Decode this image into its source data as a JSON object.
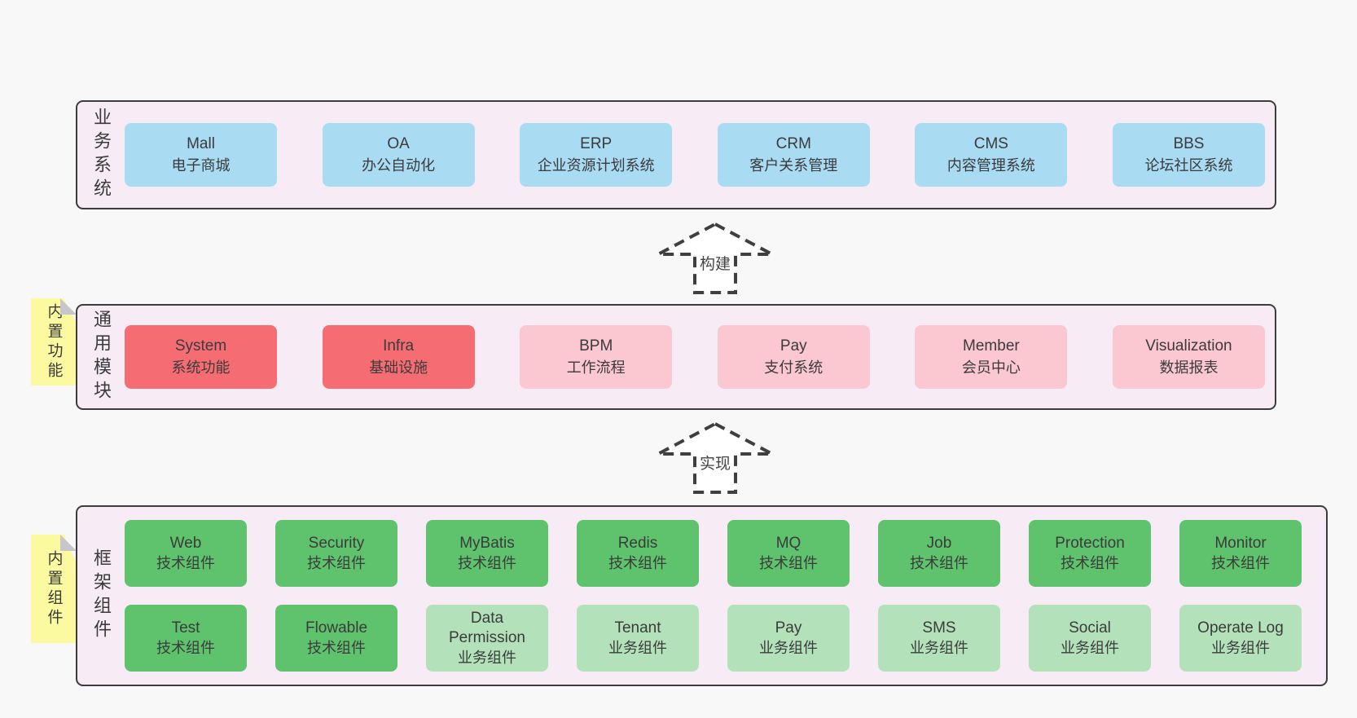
{
  "colors": {
    "page_bg": "#f8f8f8",
    "layer_bg": "#f7ecf5",
    "layer_border": "#3c3c3c",
    "box_blue": "#a9dbf3",
    "box_red": "#f56d72",
    "box_pink": "#fbc7d1",
    "box_green": "#5fc36e",
    "box_green_light": "#b3e2ba",
    "note_yellow": "#fbfaa1",
    "note_fold": "#c7c7cb",
    "text_dark": "#3b3b3b",
    "arrow_color": "#3f3f3f",
    "arrow_fill": "#ffffff"
  },
  "arrows": [
    {
      "label": "构建"
    },
    {
      "label": "实现"
    }
  ],
  "layers": {
    "business": {
      "label": "业务系统",
      "boxes": [
        {
          "title": "Mall",
          "subtitle": "电子商城"
        },
        {
          "title": "OA",
          "subtitle": "办公自动化"
        },
        {
          "title": "ERP",
          "subtitle": "企业资源计划系统"
        },
        {
          "title": "CRM",
          "subtitle": "客户关系管理"
        },
        {
          "title": "CMS",
          "subtitle": "内容管理系统"
        },
        {
          "title": "BBS",
          "subtitle": "论坛社区系统"
        }
      ]
    },
    "modules": {
      "label": "通用模块",
      "note": "内置功能",
      "boxes": [
        {
          "title": "System",
          "subtitle": "系统功能"
        },
        {
          "title": "Infra",
          "subtitle": "基础设施"
        },
        {
          "title": "BPM",
          "subtitle": "工作流程"
        },
        {
          "title": "Pay",
          "subtitle": "支付系统"
        },
        {
          "title": "Member",
          "subtitle": "会员中心"
        },
        {
          "title": "Visualization",
          "subtitle": "数据报表"
        }
      ]
    },
    "components": {
      "label": "框架组件",
      "note": "内置组件",
      "row1": [
        {
          "title": "Web",
          "subtitle": "技术组件"
        },
        {
          "title": "Security",
          "subtitle": "技术组件"
        },
        {
          "title": "MyBatis",
          "subtitle": "技术组件"
        },
        {
          "title": "Redis",
          "subtitle": "技术组件"
        },
        {
          "title": "MQ",
          "subtitle": "技术组件"
        },
        {
          "title": "Job",
          "subtitle": "技术组件"
        },
        {
          "title": "Protection",
          "subtitle": "技术组件"
        },
        {
          "title": "Monitor",
          "subtitle": "技术组件"
        }
      ],
      "row2": [
        {
          "title": "Test",
          "subtitle": "技术组件"
        },
        {
          "title": "Flowable",
          "subtitle": "技术组件"
        },
        {
          "title": "Data Permission",
          "subtitle": "业务组件"
        },
        {
          "title": "Tenant",
          "subtitle": "业务组件"
        },
        {
          "title": "Pay",
          "subtitle": "业务组件"
        },
        {
          "title": "SMS",
          "subtitle": "业务组件"
        },
        {
          "title": "Social",
          "subtitle": "业务组件"
        },
        {
          "title": "Operate Log",
          "subtitle": "业务组件"
        }
      ]
    }
  }
}
